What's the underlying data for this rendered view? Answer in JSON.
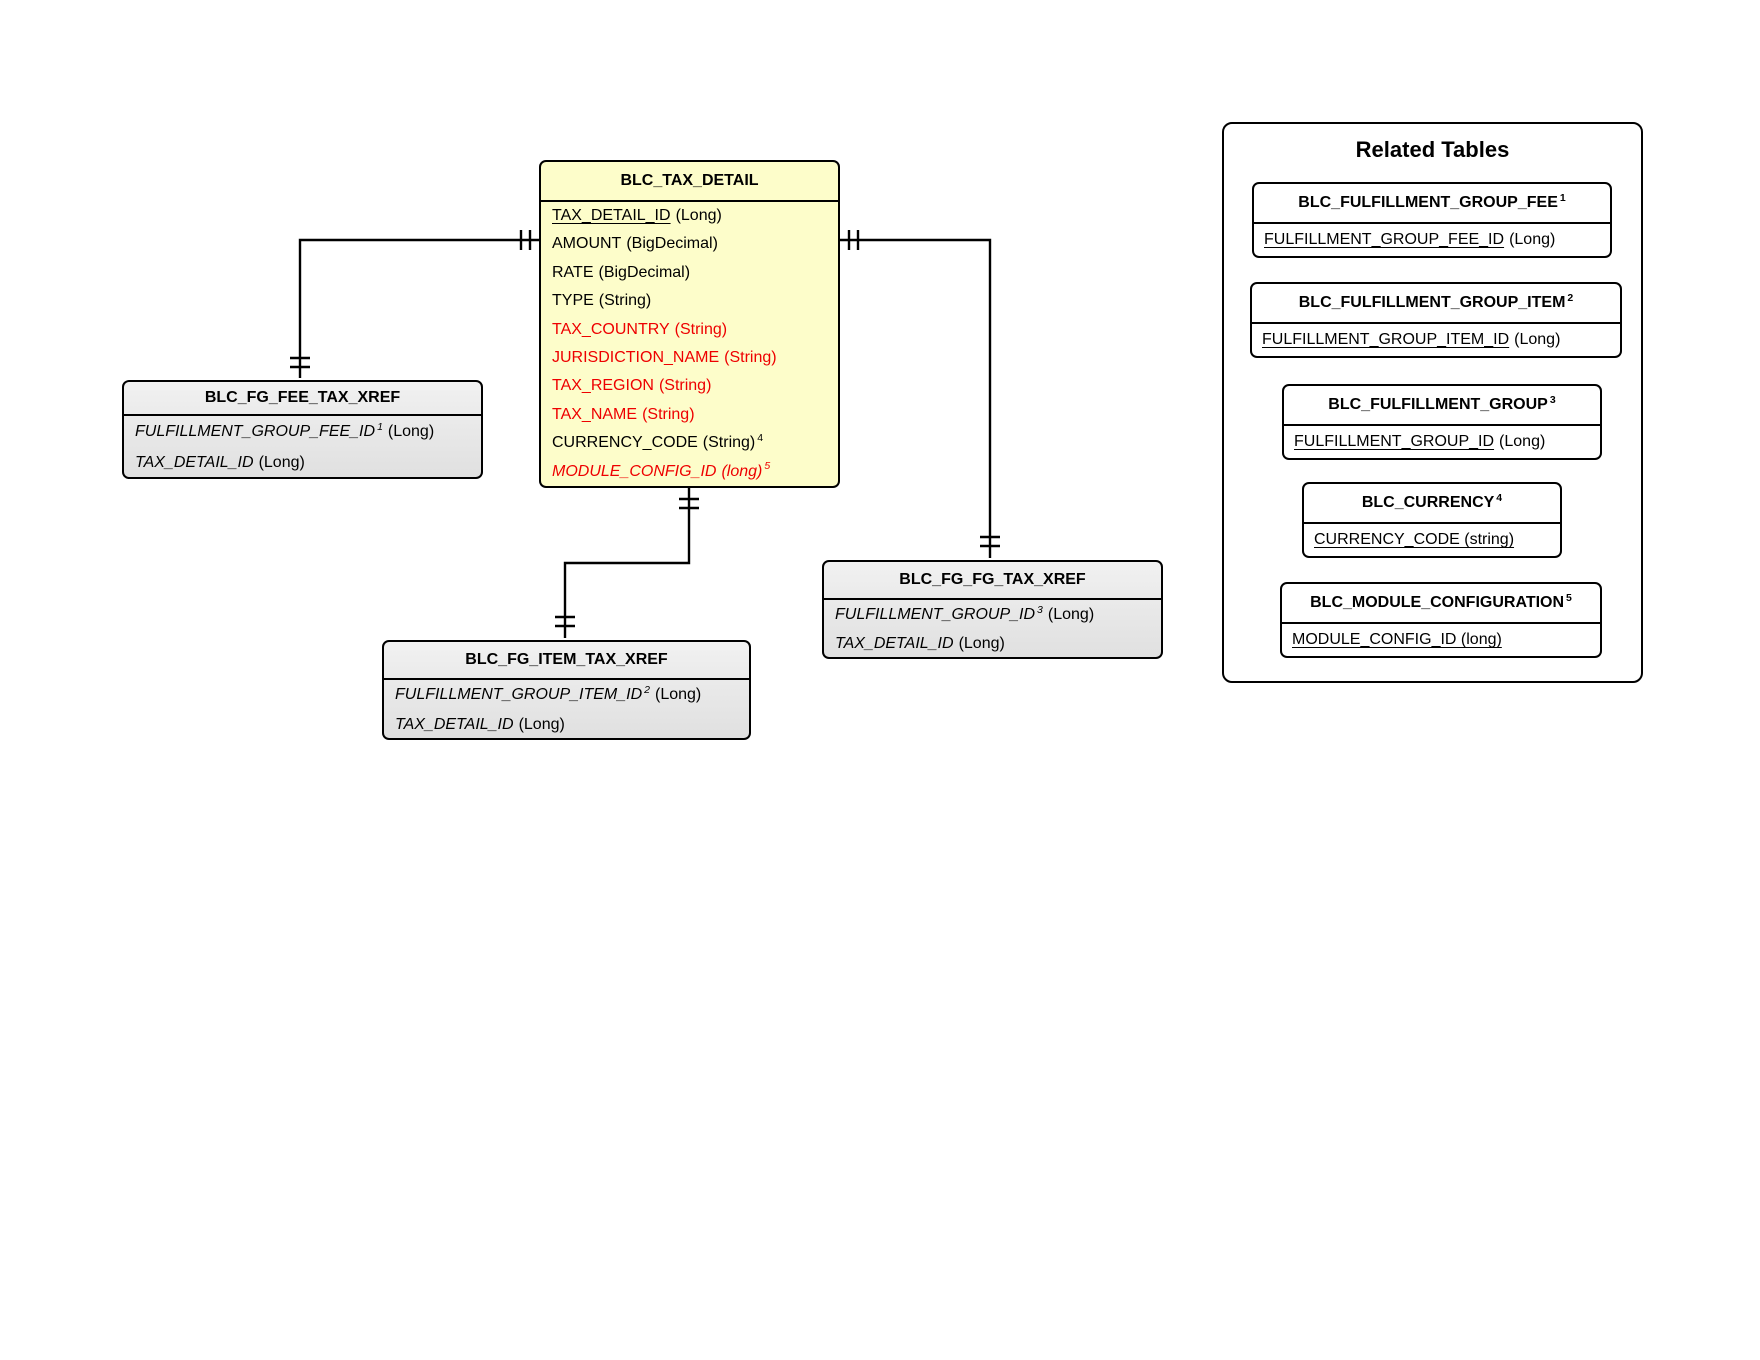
{
  "colors": {
    "main_table_fill": "#FDFDCA",
    "xref_table_fill": "#E8E8E8",
    "optional_column_red": "#EE0000",
    "line_and_border": "#000000",
    "background": "#FFFFFF"
  },
  "tables": {
    "tax_detail": {
      "title": "BLC_TAX_DETAIL",
      "columns": [
        {
          "name": "TAX_DETAIL_ID",
          "nsup": "",
          "type": "(Long)",
          "tsup": ""
        },
        {
          "name": "AMOUNT",
          "nsup": "",
          "type": "(BigDecimal)",
          "tsup": ""
        },
        {
          "name": "RATE",
          "nsup": "",
          "type": "(BigDecimal)",
          "tsup": ""
        },
        {
          "name": "TYPE",
          "nsup": "",
          "type": "(String)",
          "tsup": ""
        },
        {
          "name": "TAX_COUNTRY",
          "nsup": "",
          "type": "(String)",
          "tsup": ""
        },
        {
          "name": "JURISDICTION_NAME",
          "nsup": "",
          "type": "(String)",
          "tsup": ""
        },
        {
          "name": "TAX_REGION",
          "nsup": "",
          "type": "(String)",
          "tsup": ""
        },
        {
          "name": "TAX_NAME",
          "nsup": "",
          "type": "(String)",
          "tsup": ""
        },
        {
          "name": "CURRENCY_CODE",
          "nsup": "",
          "type": "(String)",
          "tsup": "4"
        },
        {
          "name": "MODULE_CONFIG_ID",
          "nsup": "",
          "type": "(long)",
          "tsup": "5"
        }
      ]
    },
    "fg_fee_xref": {
      "title": "BLC_FG_FEE_TAX_XREF",
      "columns": [
        {
          "name": "FULFILLMENT_GROUP_FEE_ID",
          "nsup": "1",
          "type": "(Long)"
        },
        {
          "name": "TAX_DETAIL_ID",
          "nsup": "",
          "type": "(Long)"
        }
      ]
    },
    "fg_item_xref": {
      "title": "BLC_FG_ITEM_TAX_XREF",
      "columns": [
        {
          "name": "FULFILLMENT_GROUP_ITEM_ID",
          "nsup": "2",
          "type": "(Long)"
        },
        {
          "name": "TAX_DETAIL_ID",
          "nsup": "",
          "type": "(Long)"
        }
      ]
    },
    "fg_fg_xref": {
      "title": "BLC_FG_FG_TAX_XREF",
      "columns": [
        {
          "name": "FULFILLMENT_GROUP_ID",
          "nsup": "3",
          "type": "(Long)"
        },
        {
          "name": "TAX_DETAIL_ID",
          "nsup": "",
          "type": "(Long)"
        }
      ]
    }
  },
  "related": {
    "title": "Related Tables",
    "tables": [
      {
        "title": "BLC_FULFILLMENT_GROUP_FEE",
        "sup": "1",
        "column": "FULFILLMENT_GROUP_FEE_ID",
        "type": "(Long)"
      },
      {
        "title": "BLC_FULFILLMENT_GROUP_ITEM",
        "sup": "2",
        "column": "FULFILLMENT_GROUP_ITEM_ID",
        "type": "(Long)"
      },
      {
        "title": "BLC_FULFILLMENT_GROUP",
        "sup": "3",
        "column": "FULFILLMENT_GROUP_ID",
        "type": "(Long)"
      },
      {
        "title": "BLC_CURRENCY",
        "sup": "4",
        "column": "CURRENCY_CODE (string)",
        "type": ""
      },
      {
        "title": "BLC_MODULE_CONFIGURATION",
        "sup": "5",
        "column": "MODULE_CONFIG_ID (long)",
        "type": ""
      }
    ]
  }
}
